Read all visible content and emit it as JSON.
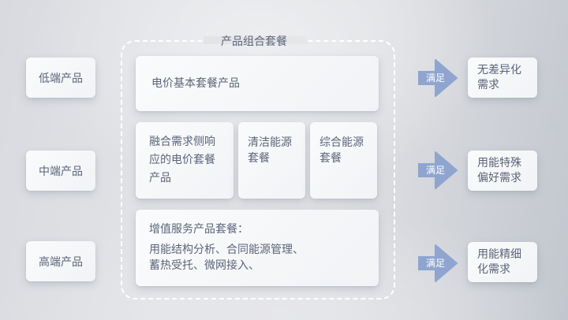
{
  "frame": {
    "title": "产品组合套餐"
  },
  "tiers": [
    {
      "label": "低端产品"
    },
    {
      "label": "中端产品"
    },
    {
      "label": "高端产品"
    }
  ],
  "packages": {
    "basic": "电价基本套餐产品",
    "demand_response": [
      "融合需求侧响",
      "应的电价套餐",
      "产品"
    ],
    "clean_energy": [
      "清洁能源",
      "套餐"
    ],
    "integrated_energy": [
      "综合能源",
      "套餐"
    ],
    "value_added": {
      "title": "增值服务产品套餐：",
      "lines": [
        "用能结构分析、合同能源管理、",
        "蓄热受托、微网接入、"
      ]
    }
  },
  "arrows": [
    {
      "label": "满足"
    },
    {
      "label": "满足"
    },
    {
      "label": "满足"
    }
  ],
  "needs": [
    {
      "lines": [
        "无差异化",
        "需求"
      ]
    },
    {
      "lines": [
        "用能特殊",
        "偏好需求"
      ]
    },
    {
      "lines": [
        "用能精细",
        "化需求"
      ]
    }
  ],
  "colors": {
    "arrow": "#8fa5d0",
    "text": "#5b6478",
    "card": "#f6f7f9",
    "dash": "#ffffff"
  }
}
